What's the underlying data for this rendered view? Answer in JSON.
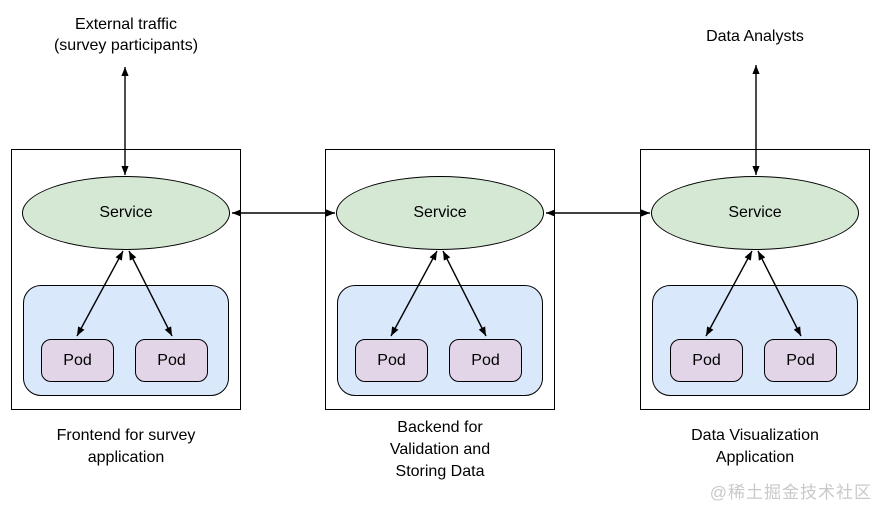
{
  "diagram": {
    "external_actors": [
      {
        "id": "external-traffic",
        "lines": [
          "External traffic",
          "(survey participants)"
        ]
      },
      {
        "id": "data-analysts",
        "lines": [
          "Data Analysts"
        ]
      }
    ],
    "clusters": [
      {
        "id": "frontend",
        "service_label": "Service",
        "pod_labels": [
          "Pod",
          "Pod"
        ],
        "caption_lines": [
          "Frontend for survey",
          "application"
        ]
      },
      {
        "id": "backend",
        "service_label": "Service",
        "pod_labels": [
          "Pod",
          "Pod"
        ],
        "caption_lines": [
          "Backend for",
          "Validation and",
          "Storing Data"
        ]
      },
      {
        "id": "data-visualization",
        "service_label": "Service",
        "pod_labels": [
          "Pod",
          "Pod"
        ],
        "caption_lines": [
          "Data Visualization",
          "Application"
        ]
      }
    ],
    "connections": [
      "External traffic <-> Frontend Service (bidirectional)",
      "Frontend Service <-> Backend Service (bidirectional)",
      "Backend Service <-> Data Visualization Service (bidirectional)",
      "Data Analysts <-> Data Visualization Service (bidirectional)",
      "Each Service <-> its two Pods (bidirectional)"
    ],
    "watermark": "@稀土掘金技术社区",
    "colors": {
      "service_fill": "#d5e8d4",
      "pod_group_fill": "#dae8fc",
      "pod_fill": "#e1d5e7",
      "stroke": "#000000",
      "text": "#000000",
      "watermark": "#c9c9c9"
    }
  }
}
